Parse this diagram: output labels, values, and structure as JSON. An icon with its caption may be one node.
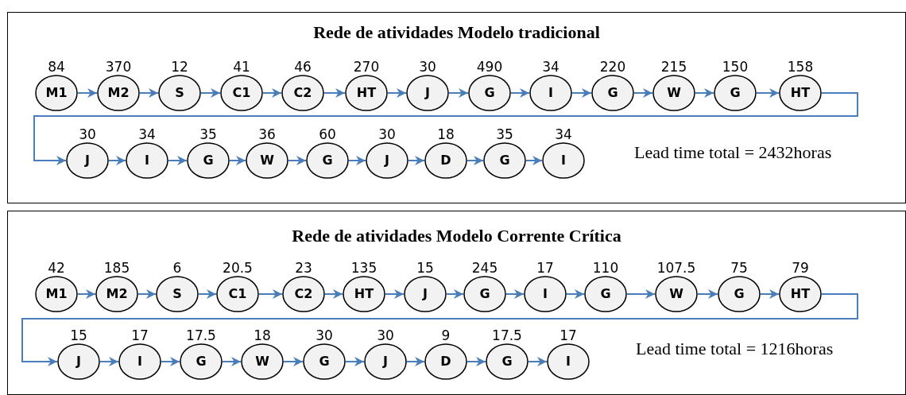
{
  "diagram": {
    "nodes": [
      {
        "text": [
          "Rede de atividades Modelo tradicional",
          "Lead time total = 2432horas"
        ]
      },
      {
        "text": [
          "M1"
        ],
        "in": 0,
        "beside": [
          "84"
        ]
      },
      {
        "text": [
          "M2"
        ],
        "in": 0,
        "beside": [
          "370"
        ]
      },
      {
        "text": [
          "S"
        ],
        "in": 0,
        "beside": [
          "12"
        ]
      },
      {
        "text": [
          "C1"
        ],
        "in": 0,
        "beside": [
          "41"
        ]
      },
      {
        "text": [
          "C2"
        ],
        "in": 0,
        "beside": [
          "46"
        ]
      },
      {
        "text": [
          "HT"
        ],
        "in": 0,
        "beside": [
          "270"
        ]
      },
      {
        "text": [
          "J"
        ],
        "in": 0,
        "beside": [
          "30"
        ]
      },
      {
        "text": [
          "G"
        ],
        "in": 0,
        "beside": [
          "490"
        ]
      },
      {
        "text": [
          "I"
        ],
        "in": 0,
        "beside": [
          "34"
        ]
      },
      {
        "text": [
          "G"
        ],
        "in": 0,
        "beside": [
          "220"
        ]
      },
      {
        "text": [
          "W"
        ],
        "in": 0,
        "beside": [
          "215"
        ]
      },
      {
        "text": [
          "G"
        ],
        "in": 0,
        "beside": [
          "150"
        ]
      },
      {
        "text": [
          "HT"
        ],
        "in": 0,
        "beside": [
          "158"
        ]
      },
      {
        "text": [
          "J"
        ],
        "in": 0,
        "beside": [
          "30"
        ]
      },
      {
        "text": [
          "I"
        ],
        "in": 0,
        "beside": [
          "34"
        ]
      },
      {
        "text": [
          "G"
        ],
        "in": 0,
        "beside": [
          "35"
        ]
      },
      {
        "text": [
          "W"
        ],
        "in": 0,
        "beside": [
          "36"
        ]
      },
      {
        "text": [
          "G"
        ],
        "in": 0,
        "beside": [
          "60"
        ]
      },
      {
        "text": [
          "J"
        ],
        "in": 0,
        "beside": [
          "30"
        ]
      },
      {
        "text": [
          "D"
        ],
        "in": 0,
        "beside": [
          "18"
        ]
      },
      {
        "text": [
          "G"
        ],
        "in": 0,
        "beside": [
          "35"
        ]
      },
      {
        "text": [
          "I"
        ],
        "in": 0,
        "beside": [
          "34"
        ]
      },
      {
        "text": [
          "Rede de atividades Modelo Corrente Crítica",
          "Lead time total = 1216horas"
        ]
      },
      {
        "text": [
          "M1"
        ],
        "in": 23,
        "beside": [
          "42"
        ]
      },
      {
        "text": [
          "M2"
        ],
        "in": 23,
        "beside": [
          "185"
        ]
      },
      {
        "text": [
          "S"
        ],
        "in": 23,
        "beside": [
          "6"
        ]
      },
      {
        "text": [
          "C1"
        ],
        "in": 23,
        "beside": [
          "20.5"
        ]
      },
      {
        "text": [
          "C2"
        ],
        "in": 23,
        "beside": [
          "23"
        ]
      },
      {
        "text": [
          "HT"
        ],
        "in": 23,
        "beside": [
          "135"
        ]
      },
      {
        "text": [
          "J"
        ],
        "in": 23,
        "beside": [
          "15"
        ]
      },
      {
        "text": [
          "G"
        ],
        "in": 23,
        "beside": [
          "245"
        ]
      },
      {
        "text": [
          "I"
        ],
        "in": 23,
        "beside": [
          "17"
        ]
      },
      {
        "text": [
          "G"
        ],
        "in": 23,
        "beside": [
          "110"
        ]
      },
      {
        "text": [
          "W"
        ],
        "in": 23,
        "beside": [
          "107.5"
        ]
      },
      {
        "text": [
          "G"
        ],
        "in": 23,
        "beside": [
          "75"
        ]
      },
      {
        "text": [
          "HT"
        ],
        "in": 23,
        "beside": [
          "79"
        ]
      },
      {
        "text": [
          "J"
        ],
        "in": 23,
        "beside": [
          "15"
        ]
      },
      {
        "text": [
          "I"
        ],
        "in": 23,
        "beside": [
          "17"
        ]
      },
      {
        "text": [
          "G"
        ],
        "in": 23,
        "beside": [
          "17.5"
        ]
      },
      {
        "text": [
          "W"
        ],
        "in": 23,
        "beside": [
          "18"
        ]
      },
      {
        "text": [
          "G"
        ],
        "in": 23,
        "beside": [
          "30"
        ]
      },
      {
        "text": [
          "J"
        ],
        "in": 23,
        "beside": [
          "30"
        ]
      },
      {
        "text": [
          "D"
        ],
        "in": 23,
        "beside": [
          "9"
        ]
      },
      {
        "text": [
          "G"
        ],
        "in": 23,
        "beside": [
          "17.5"
        ]
      },
      {
        "text": [
          "I"
        ],
        "in": 23,
        "beside": [
          "17"
        ]
      }
    ],
    "edges": [
      {
        "from": 1,
        "to": 2,
        "arrow": "to"
      },
      {
        "from": 2,
        "to": 3,
        "arrow": "to"
      },
      {
        "from": 3,
        "to": 4,
        "arrow": "to"
      },
      {
        "from": 4,
        "to": 5,
        "arrow": "to"
      },
      {
        "from": 5,
        "to": 6,
        "arrow": "to"
      },
      {
        "from": 6,
        "to": 7,
        "arrow": "to"
      },
      {
        "from": 7,
        "to": 8,
        "arrow": "to"
      },
      {
        "from": 8,
        "to": 9,
        "arrow": "to"
      },
      {
        "from": 9,
        "to": 10,
        "arrow": "to"
      },
      {
        "from": 10,
        "to": 11,
        "arrow": "to"
      },
      {
        "from": 11,
        "to": 12,
        "arrow": "to"
      },
      {
        "from": 12,
        "to": 13,
        "arrow": "to"
      },
      {
        "from": 13,
        "to": 14,
        "arrow": "to"
      },
      {
        "from": 14,
        "to": 15,
        "arrow": "to"
      },
      {
        "from": 15,
        "to": 16,
        "arrow": "to"
      },
      {
        "from": 16,
        "to": 17,
        "arrow": "to"
      },
      {
        "from": 17,
        "to": 18,
        "arrow": "to"
      },
      {
        "from": 18,
        "to": 19,
        "arrow": "to"
      },
      {
        "from": 19,
        "to": 20,
        "arrow": "to"
      },
      {
        "from": 20,
        "to": 21,
        "arrow": "to"
      },
      {
        "from": 21,
        "to": 22,
        "arrow": "to"
      },
      {
        "from": 24,
        "to": 25,
        "arrow": "to"
      },
      {
        "from": 25,
        "to": 26,
        "arrow": "to"
      },
      {
        "from": 26,
        "to": 27,
        "arrow": "to"
      },
      {
        "from": 27,
        "to": 28,
        "arrow": "to"
      },
      {
        "from": 28,
        "to": 29,
        "arrow": "to"
      },
      {
        "from": 29,
        "to": 30,
        "arrow": "to"
      },
      {
        "from": 30,
        "to": 31,
        "arrow": "to"
      },
      {
        "from": 31,
        "to": 32,
        "arrow": "to"
      },
      {
        "from": 32,
        "to": 33,
        "arrow": "to"
      },
      {
        "from": 33,
        "to": 34,
        "arrow": "to"
      },
      {
        "from": 34,
        "to": 35,
        "arrow": "to"
      },
      {
        "from": 35,
        "to": 36,
        "arrow": "to"
      },
      {
        "from": 36,
        "to": 37,
        "arrow": "to"
      },
      {
        "from": 37,
        "to": 38,
        "arrow": "to"
      },
      {
        "from": 38,
        "to": 39,
        "arrow": "to"
      },
      {
        "from": 39,
        "to": 40,
        "arrow": "to"
      },
      {
        "from": 40,
        "to": 41,
        "arrow": "to"
      },
      {
        "from": 41,
        "to": 42,
        "arrow": "to"
      },
      {
        "from": 42,
        "to": 43,
        "arrow": "to"
      },
      {
        "from": 43,
        "to": 44,
        "arrow": "to"
      },
      {
        "from": 44,
        "to": 45,
        "arrow": "to"
      }
    ]
  }
}
